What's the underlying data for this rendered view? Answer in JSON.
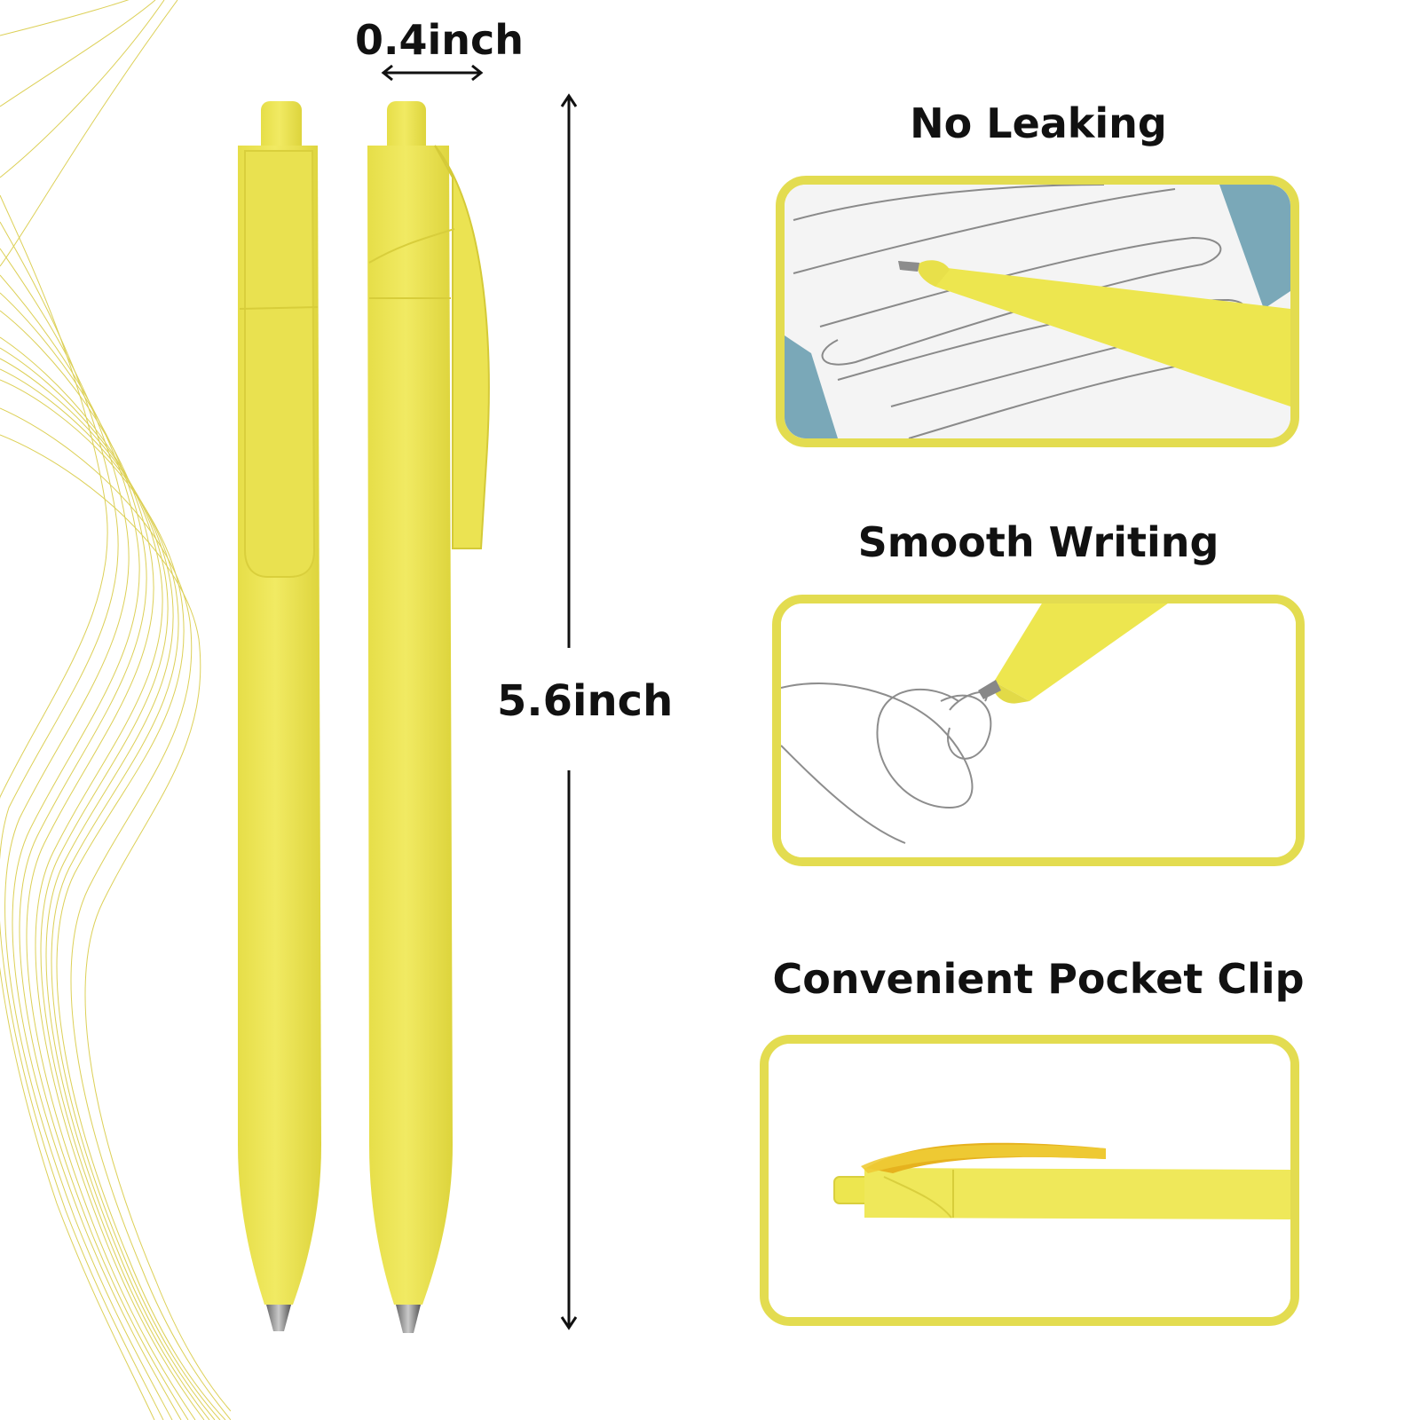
{
  "dimensions": {
    "width_label": "0.4inch",
    "height_label": "5.6inch"
  },
  "features": [
    {
      "title": "No Leaking"
    },
    {
      "title": "Smooth Writing"
    },
    {
      "title": "Convenient Pocket Clip"
    }
  ],
  "colors": {
    "pen_yellow": "#ece65a",
    "accent_border": "#e3dc50",
    "wave_lines": "#d7c83a",
    "text": "#111111"
  }
}
